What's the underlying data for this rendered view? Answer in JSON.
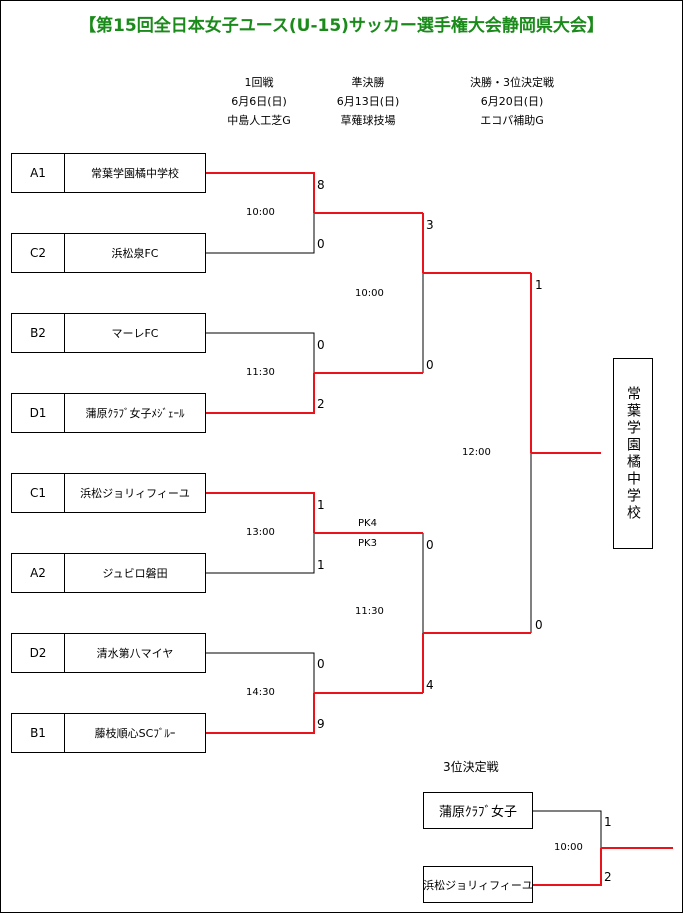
{
  "title": "【第15回全日本女子ユース(U-15)サッカー選手権大会静岡県大会】",
  "colors": {
    "winner_line": "#e8131b",
    "title": "#1a8a1a",
    "loser_line": "#000000"
  },
  "rounds": [
    {
      "name": "1回戦",
      "date": "6月6日(日)",
      "venue": "中島人工芝G"
    },
    {
      "name": "準決勝",
      "date": "6月13日(日)",
      "venue": "草薙球技場"
    },
    {
      "name": "決勝・3位決定戦",
      "date": "6月20日(日)",
      "venue": "エコパ補助G"
    }
  ],
  "teams": [
    {
      "seed": "A1",
      "name": "常葉学園橘中学校"
    },
    {
      "seed": "C2",
      "name": "浜松泉FC"
    },
    {
      "seed": "B2",
      "name": "マーレFC"
    },
    {
      "seed": "D1",
      "name": "蒲原ｸﾗﾌﾞ女子ﾒｼﾞｪｰﾙ"
    },
    {
      "seed": "C1",
      "name": "浜松ジョリィフィーユ"
    },
    {
      "seed": "A2",
      "name": "ジュビロ磐田"
    },
    {
      "seed": "D2",
      "name": "清水第八マイヤ"
    },
    {
      "seed": "B1",
      "name": "藤枝順心SCﾌﾞﾙｰ"
    }
  ],
  "round1": [
    {
      "time": "10:00",
      "score_top": "8",
      "score_bottom": "0",
      "winner": "top"
    },
    {
      "time": "11:30",
      "score_top": "0",
      "score_bottom": "2",
      "winner": "bottom"
    },
    {
      "time": "13:00",
      "score_top": "1",
      "score_bottom": "1",
      "winner": "top",
      "pk_top": "PK4",
      "pk_bottom": "PK3"
    },
    {
      "time": "14:30",
      "score_top": "0",
      "score_bottom": "9",
      "winner": "bottom"
    }
  ],
  "semifinals": [
    {
      "time": "10:00",
      "score_top": "3",
      "score_bottom": "0",
      "winner": "top"
    },
    {
      "time": "11:30",
      "score_top": "0",
      "score_bottom": "4",
      "winner": "bottom"
    }
  ],
  "final": {
    "time": "12:00",
    "score_top": "1",
    "score_bottom": "0",
    "winner": "top"
  },
  "champion": "常葉学園橘中学校",
  "third_place": {
    "title": "3位決定戦",
    "time": "10:00",
    "team_top": "蒲原ｸﾗﾌﾞ女子",
    "team_bottom": "浜松ジョリィフィーユ",
    "score_top": "1",
    "score_bottom": "2",
    "winner": "bottom"
  }
}
